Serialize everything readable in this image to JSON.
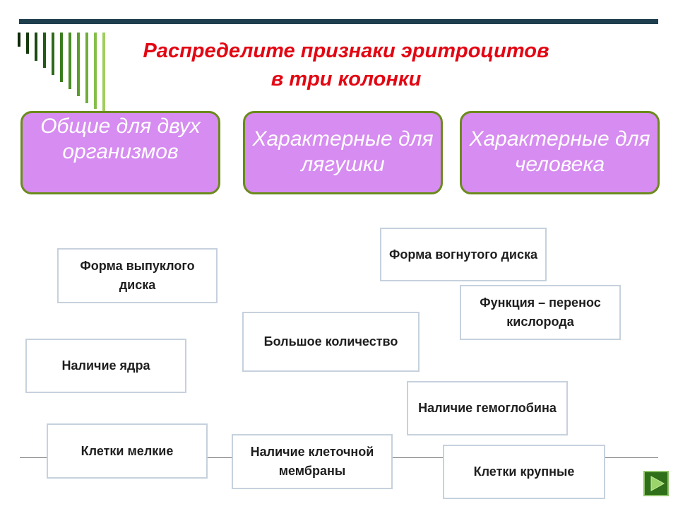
{
  "slide": {
    "title_line1": "Распределите признаки эритроцитов",
    "title_line2": "в три колонки"
  },
  "columns": [
    {
      "label": "Общие для двух организмов"
    },
    {
      "label": "Характерные для лягушки"
    },
    {
      "label": "Характерные для человека"
    }
  ],
  "cards": [
    {
      "text": "Форма выпуклого диска"
    },
    {
      "text": "Форма вогнутого диска"
    },
    {
      "text": "Функция – перенос кислорода"
    },
    {
      "text": "Большое количество"
    },
    {
      "text": "Наличие ядра"
    },
    {
      "text": "Наличие гемоглобина"
    },
    {
      "text": "Клетки мелкие"
    },
    {
      "text": "Наличие клеточной мембраны"
    },
    {
      "text": "Клетки крупные"
    }
  ],
  "colors": {
    "title": "#e30613",
    "column_fill": "#d68cf0",
    "column_border": "#6b8a1c",
    "card_border": "#c6d1dd",
    "nav_button": "#2f6f19"
  },
  "icons": {
    "next_button": "play-triangle-icon",
    "decoration": "vertical-stripes"
  }
}
